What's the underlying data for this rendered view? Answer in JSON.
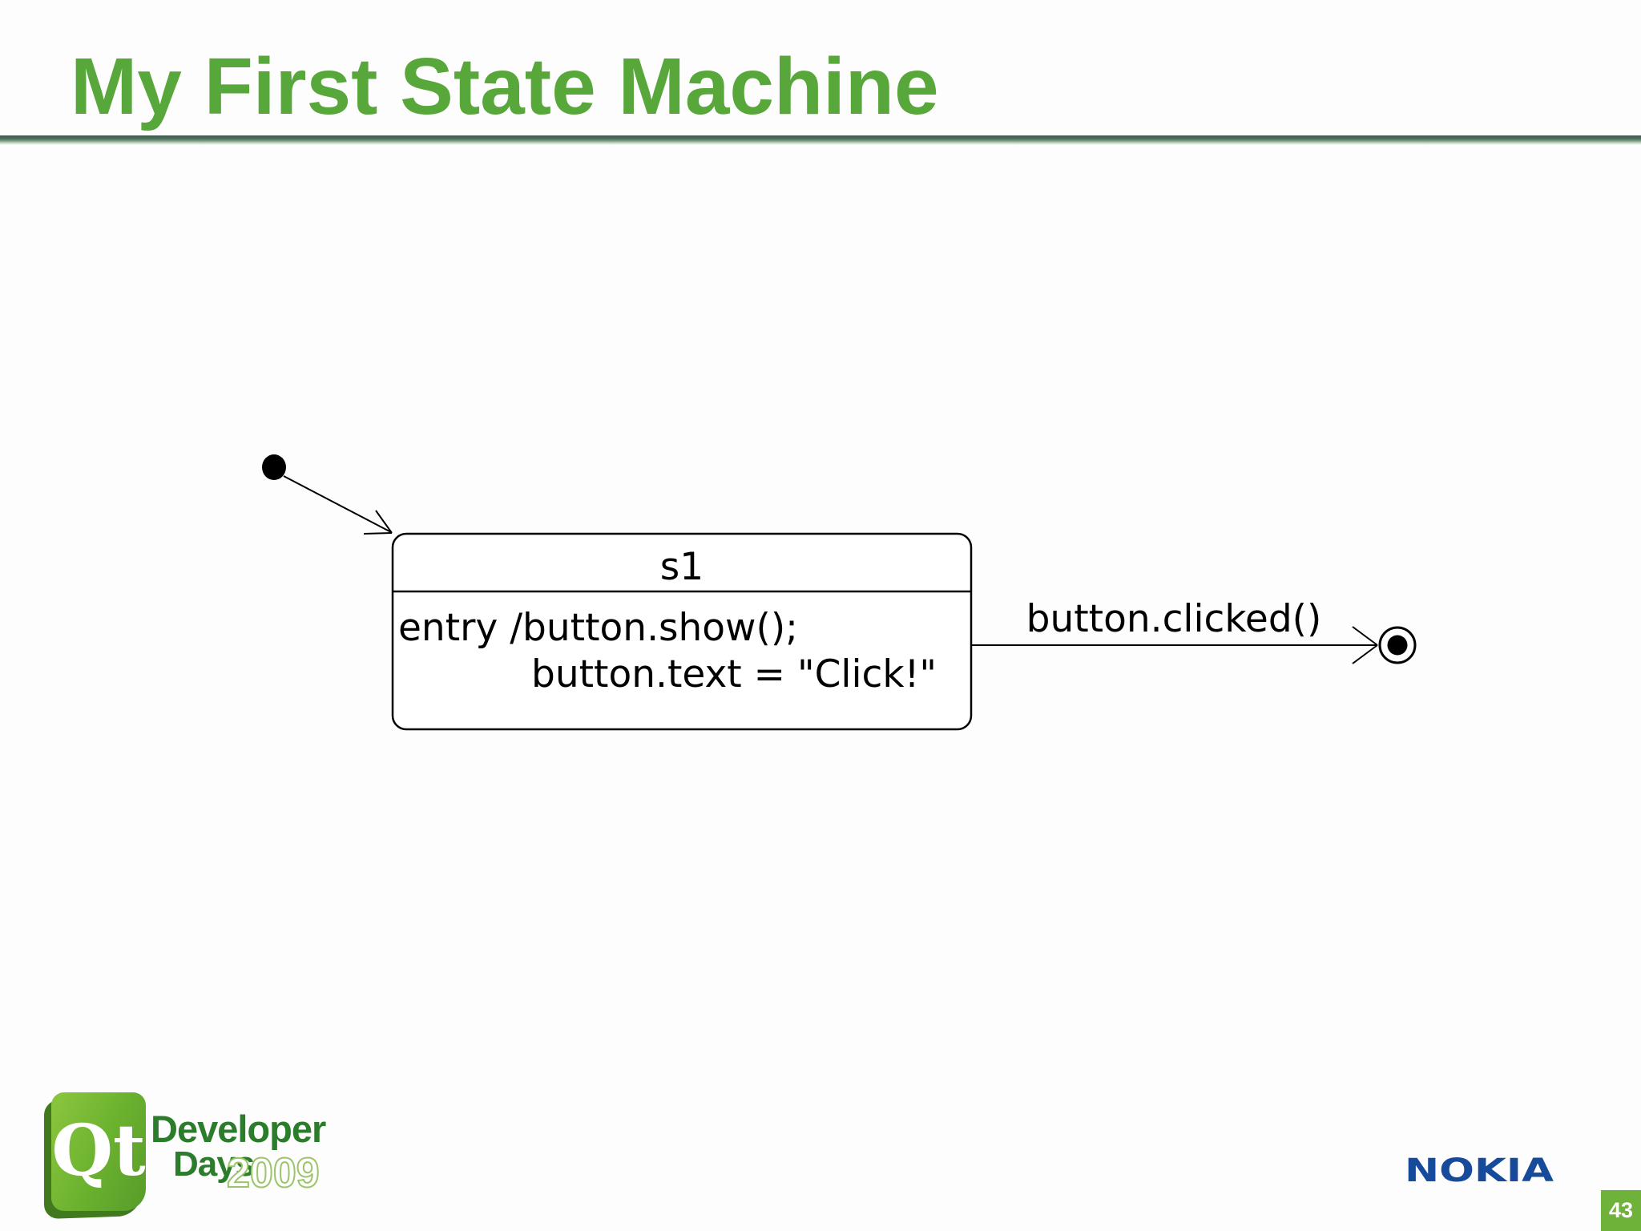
{
  "slide": {
    "title": "My First State Machine",
    "page_number": "43"
  },
  "diagram": {
    "state": {
      "name": "s1",
      "body_line1": "entry /button.show();",
      "body_line2": "button.text = \"Click!\""
    },
    "transition": {
      "label": "button.clicked()"
    }
  },
  "footer": {
    "qt_logo_text": "Qt",
    "event_name_line1": "Developer",
    "event_name_line2": "Days",
    "event_year": "2009",
    "nokia_logo_text": "NOKIA"
  },
  "colors": {
    "title_green": "#58a73b",
    "header_rule_green": "#3c5f4d",
    "diagram_stroke": "#000000",
    "qt_cube_green": "#6cb32f",
    "qt_cube_dark_green": "#41791f",
    "qt_text_green": "#2b7c2b",
    "qt_year_outline_green": "#9cc46a",
    "nokia_blue": "#164a9b",
    "page_badge_green": "#6fb23a"
  }
}
